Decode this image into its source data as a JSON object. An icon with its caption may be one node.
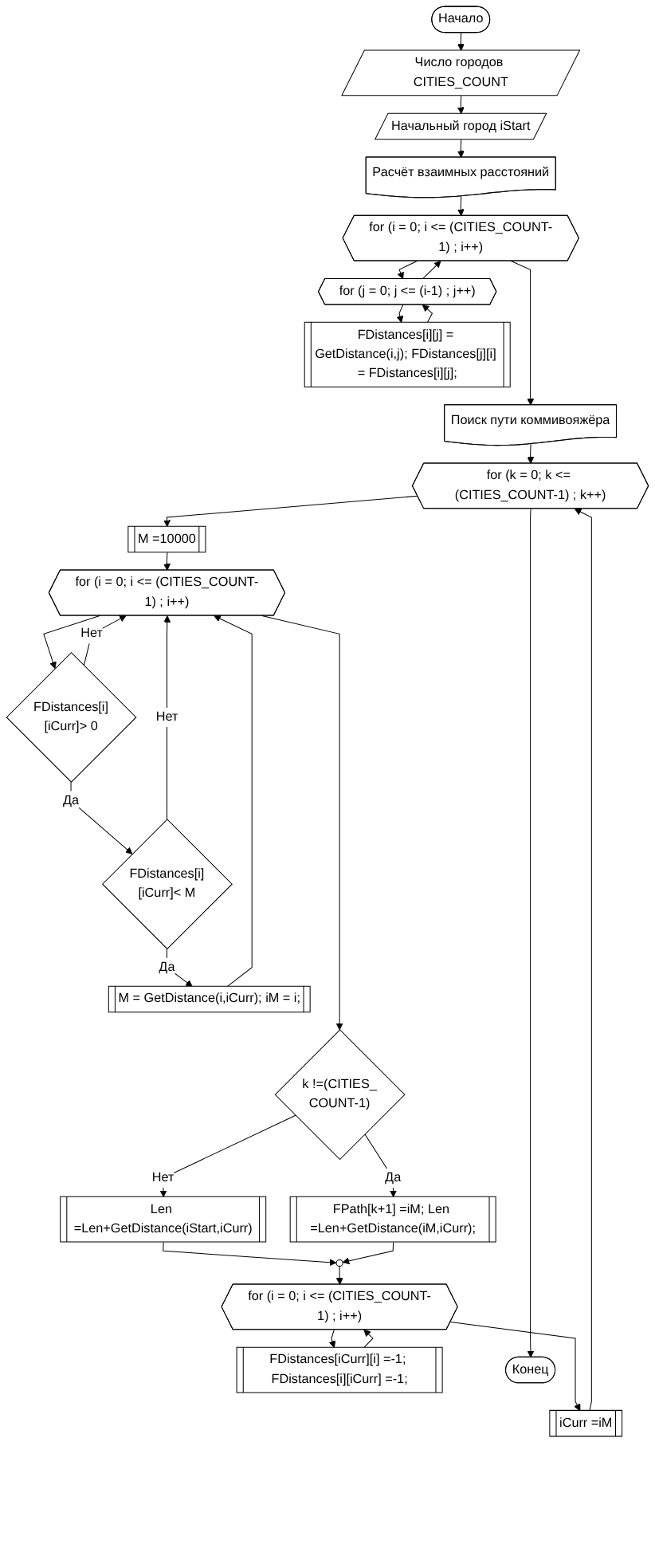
{
  "diagram": {
    "nodes": [
      {
        "text": [
          "Начало"
        ]
      },
      {
        "text": [
          "Число городов CITIES_COUNT"
        ]
      },
      {
        "text": [
          "Начальный город iStart"
        ]
      },
      {
        "text": [
          "Расчёт взаимных расстояний"
        ]
      },
      {
        "text": [
          "for (i = 0; i <= (CITIES_COUNT-1) ; i++)"
        ]
      },
      {
        "text": [
          "for (j = 0; j <= (i-1) ; j++)"
        ]
      },
      {
        "text": [
          "FDistances[i][j] = GetDistance(i,j); FDistances[j][i] = FDistances[i][j];"
        ]
      },
      {
        "text": [
          "Поиск пути коммивояжёра"
        ]
      },
      {
        "text": [
          "for (k = 0; k <= (CITIES_COUNT-1) ; k++)"
        ]
      },
      {
        "text": [
          "M =10000"
        ]
      },
      {
        "text": [
          "for (i = 0; i <= (CITIES_COUNT-1) ; i++)"
        ]
      },
      {
        "text": [
          "FDistances[i][iCurr]> 0"
        ]
      },
      {
        "text": [
          "FDistances[i][iCurr]< M"
        ]
      },
      {
        "text": [
          "M = GetDistance(i,iCurr); iM = i;"
        ]
      },
      {
        "text": [
          "k !=(CITIES_COUNT-1)"
        ]
      },
      {
        "text": [
          "Len =Len+GetDistance(iStart,iCurr)"
        ]
      },
      {
        "text": [
          "FPath[k+1] =iM; Len =Len+GetDistance(iM,iCurr);"
        ]
      },
      {
        "text": [],
        "shape": "circle"
      },
      {
        "text": [
          "for (i = 0; i <= (CITIES_COUNT-1) ; i++)"
        ]
      },
      {
        "text": [
          "FDistances[iCurr][i] =-1; FDistances[i][iCurr] =-1;"
        ]
      },
      {
        "text": [
          "iCurr =iM"
        ]
      },
      {
        "text": [
          "Конец"
        ]
      }
    ],
    "edges": [
      {
        "from": 0,
        "to": 1,
        "arrow": "to"
      },
      {
        "from": 1,
        "to": 2,
        "arrow": "to"
      },
      {
        "from": 2,
        "to": 3,
        "arrow": "to"
      },
      {
        "from": 3,
        "to": 4,
        "arrow": "to"
      },
      {
        "from": 4,
        "to": 5,
        "arrow": "to"
      },
      {
        "from": 5,
        "to": 6,
        "arrow": "to"
      },
      {
        "from": 6,
        "to": 5,
        "arrow": "to"
      },
      {
        "from": 5,
        "to": 4,
        "arrow": "to"
      },
      {
        "from": 4,
        "to": 7,
        "arrow": "to"
      },
      {
        "from": 7,
        "to": 8,
        "arrow": "to"
      },
      {
        "from": 8,
        "to": 9,
        "arrow": "to"
      },
      {
        "from": 9,
        "to": 10,
        "arrow": "to"
      },
      {
        "from": 10,
        "to": 11,
        "arrow": "to"
      },
      {
        "from": 11,
        "to": 12,
        "arrow": "to",
        "label": "Да"
      },
      {
        "from": 12,
        "to": 13,
        "arrow": "to",
        "label": "Да"
      },
      {
        "from": 11,
        "to": 10,
        "arrow": "to",
        "label": "Нет"
      },
      {
        "from": 12,
        "to": 10,
        "arrow": "to",
        "label": "Нет"
      },
      {
        "from": 13,
        "to": 10,
        "arrow": "to"
      },
      {
        "from": 10,
        "to": 14,
        "arrow": "to"
      },
      {
        "from": 14,
        "to": 15,
        "arrow": "to",
        "label": "Нет"
      },
      {
        "from": 14,
        "to": 16,
        "arrow": "to",
        "label": "Да"
      },
      {
        "from": 15,
        "to": 17,
        "arrow": "to"
      },
      {
        "from": 16,
        "to": 17,
        "arrow": "to"
      },
      {
        "from": 17,
        "to": 18,
        "arrow": "to"
      },
      {
        "from": 18,
        "to": 19,
        "arrow": "to"
      },
      {
        "from": 19,
        "to": 18,
        "arrow": "to"
      },
      {
        "from": 18,
        "to": 20,
        "arrow": "to"
      },
      {
        "from": 20,
        "to": 8,
        "arrow": "to"
      },
      {
        "from": 8,
        "to": 21,
        "arrow": "to"
      }
    ]
  }
}
